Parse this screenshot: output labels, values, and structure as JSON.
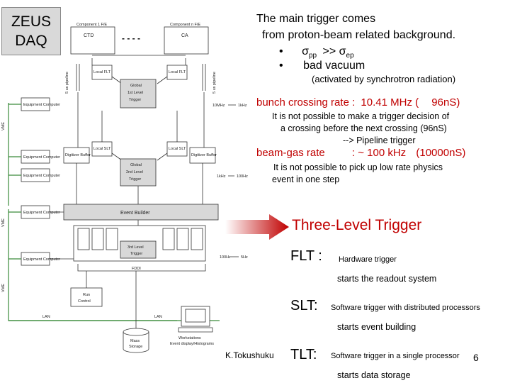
{
  "title": {
    "line1": "ZEUS",
    "line2": "DAQ"
  },
  "intro": {
    "line1": "The main trigger comes",
    "line2": "from proton-beam related background.",
    "bullet_char": "•",
    "bullet1_sym_a": "σ",
    "bullet1_sub_a": "pp",
    "bullet1_op": ">>",
    "bullet1_sym_b": "σ",
    "bullet1_sub_b": "ep",
    "bullet2": "bad vacuum",
    "note": "(activated by synchrotron radiation)"
  },
  "bunch": {
    "label": "bunch crossing rate :",
    "value": "10.41 MHz (",
    "period": "96nS)",
    "desc1": "It is not possible to make a trigger decision of",
    "desc2": "a crossing before the next crossing  (96nS)",
    "desc3": "--> Pipeline trigger"
  },
  "beamgas": {
    "label": "beam-gas rate",
    "value": ":  ~ 100 kHz",
    "period": "(10000nS)",
    "desc1": "It is not possible to pick up low rate physics",
    "desc2": "event in one step"
  },
  "three_level": {
    "heading": "Three-Level Trigger",
    "flt_label": "FLT :",
    "flt_desc": "Hardware trigger",
    "flt_action": "starts the readout system",
    "slt_label": "SLT:",
    "slt_desc": "Software trigger with distributed processors",
    "slt_action": "starts event building",
    "tlt_label": "TLT:",
    "tlt_desc": "Software trigger in a single processor",
    "tlt_action": "starts data storage"
  },
  "footer": {
    "author": "K.Tokushuku",
    "page": "6"
  },
  "diagram": {
    "component_fe_1": "Component 1 F/E",
    "component_fe_n": "Component n F/E",
    "ctd": "CTD",
    "ca": "CA",
    "dots": "- - - -",
    "local_flt": "Local FLT",
    "global_flt": [
      "Global",
      "1st Level",
      "Trigger"
    ],
    "equipment_computer": "Equipment Computer",
    "digitizer_buffer": "Digitizer Buffer",
    "local_slt": "Local SLT",
    "global_slt": [
      "Global",
      "2nd Level",
      "Trigger"
    ],
    "event_builder": "Event Builder",
    "third_level": [
      "3rd Level",
      "Trigger"
    ],
    "fddi": "FDDI",
    "run_control": [
      "Run",
      "Control"
    ],
    "lan_left": "LAN",
    "lan_right": "LAN",
    "mass_storage": [
      "Mass",
      "Storage"
    ],
    "workstations": [
      "Workstations",
      "Event display/Histograms"
    ],
    "rate1_in": "10MHz",
    "rate1_out": "1kHz",
    "rate2_in": "1kHz",
    "rate2_out": "100Hz",
    "rate3_in": "100Hz",
    "rate3_out": "5Hz",
    "vme": "VME",
    "pipeline_5us": "5 us pipeline",
    "pipeline_short": "5 us pipeline"
  },
  "colors": {
    "highlight": "#c00000",
    "title_bg": "#d9d9d9",
    "bus_line": "#3a8a3a"
  }
}
